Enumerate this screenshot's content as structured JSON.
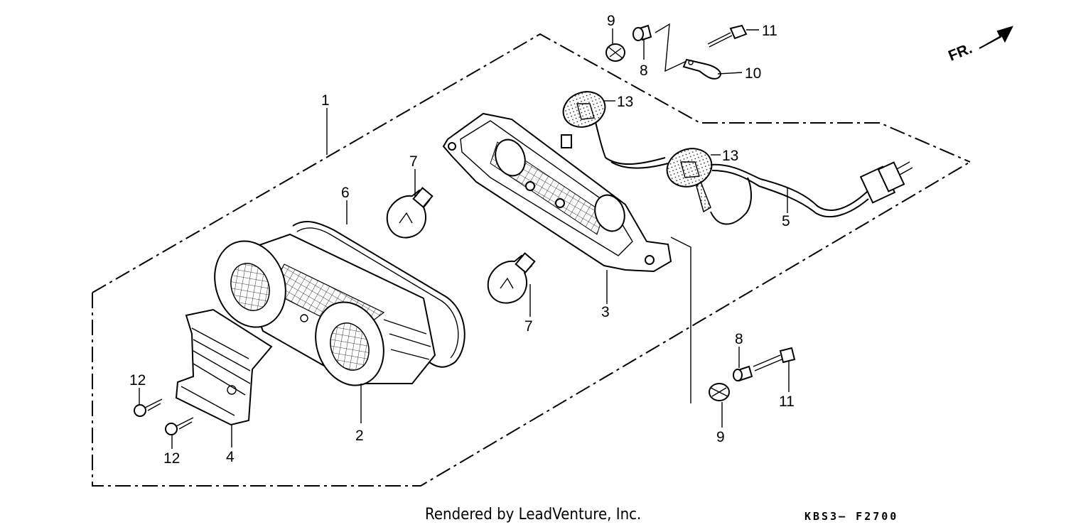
{
  "diagram": {
    "orientation_label": "FR.",
    "callouts": {
      "c1": "1",
      "c2": "2",
      "c3": "3",
      "c4": "4",
      "c5": "5",
      "c6": "6",
      "c7a": "7",
      "c7b": "7",
      "c8a": "8",
      "c8b": "8",
      "c9a": "9",
      "c9b": "9",
      "c10": "10",
      "c11a": "11",
      "c11b": "11",
      "c12a": "12",
      "c12b": "12",
      "c13a": "13",
      "c13b": "13"
    }
  },
  "footer": {
    "credit": "Rendered by LeadVenture, Inc.",
    "code": "KBS3– F2700"
  }
}
